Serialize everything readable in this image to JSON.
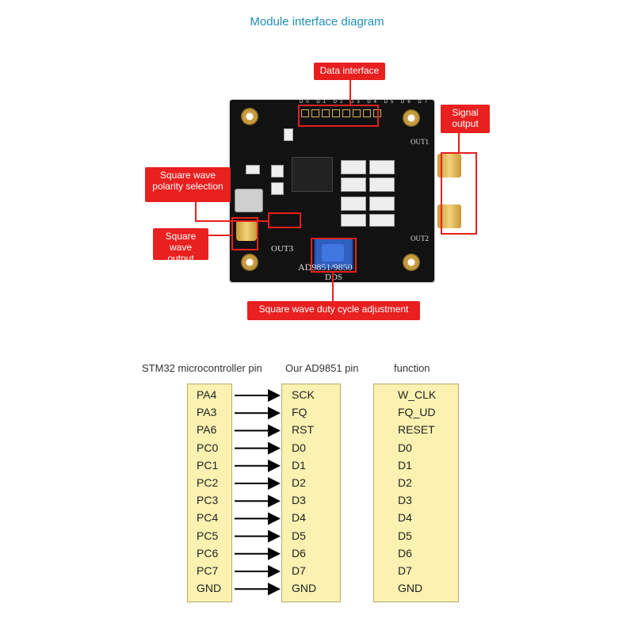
{
  "title": "Module interface diagram",
  "labels": {
    "data_interface": "Data interface",
    "signal_output": "Signal output",
    "square_polarity": "Square wave polarity selection",
    "square_output": "Square wave output",
    "duty_cycle": "Square wave duty cycle adjustment"
  },
  "board": {
    "silk_out1": "OUT1",
    "silk_out2": "OUT2",
    "silk_out3": "OUT3",
    "silk_model": "AD9851/9850",
    "silk_dds": "DDS",
    "header_pins": "D0 D1 D2 D3 D4 D5 D6 D7"
  },
  "columns": {
    "stm32_header": "STM32 microcontroller pin",
    "ad9851_header": "Our AD9851 pin",
    "function_header": "function"
  },
  "rows": [
    {
      "stm32": "PA4",
      "ad9851": "SCK",
      "function": "W_CLK"
    },
    {
      "stm32": "PA3",
      "ad9851": "FQ",
      "function": "FQ_UD"
    },
    {
      "stm32": "PA6",
      "ad9851": "RST",
      "function": "RESET"
    },
    {
      "stm32": "PC0",
      "ad9851": "D0",
      "function": "D0"
    },
    {
      "stm32": "PC1",
      "ad9851": "D1",
      "function": "D1"
    },
    {
      "stm32": "PC2",
      "ad9851": "D2",
      "function": "D2"
    },
    {
      "stm32": "PC3",
      "ad9851": "D3",
      "function": "D3"
    },
    {
      "stm32": "PC4",
      "ad9851": "D4",
      "function": "D4"
    },
    {
      "stm32": "PC5",
      "ad9851": "D5",
      "function": "D5"
    },
    {
      "stm32": "PC6",
      "ad9851": "D6",
      "function": "D6"
    },
    {
      "stm32": "PC7",
      "ad9851": "D7",
      "function": "D7"
    },
    {
      "stm32": "GND",
      "ad9851": "GND",
      "function": "GND"
    }
  ],
  "colors": {
    "title": "#1f8fb5",
    "label_red": "#e8201f",
    "column_fill": "#fbf2b1"
  }
}
